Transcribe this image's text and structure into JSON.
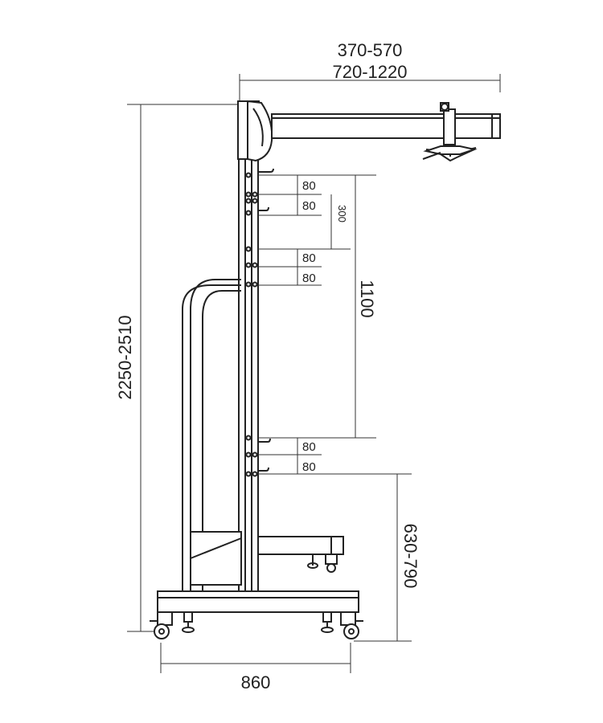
{
  "dimensions": {
    "arm_reach_a": "370-570",
    "arm_reach_b": "720-1220",
    "total_height": "2250-2510",
    "mount_span": "1100",
    "hole_span": "300",
    "hole_pitch": [
      "80",
      "80",
      "80",
      "80",
      "80",
      "80"
    ],
    "bottom_height": "630-790",
    "base_width": "860"
  }
}
